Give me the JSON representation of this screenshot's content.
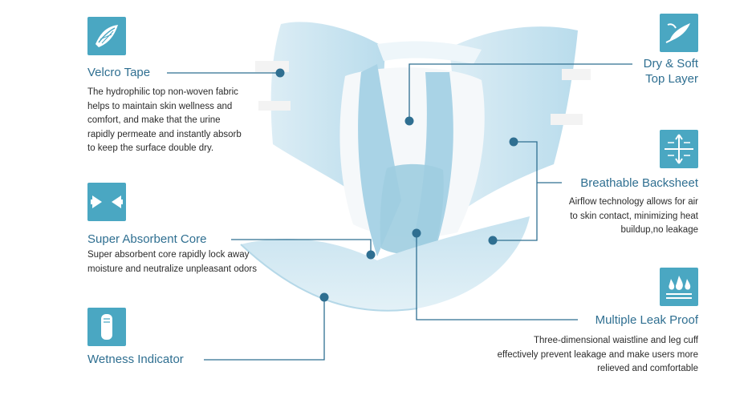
{
  "features": {
    "velcro": {
      "icon": "wavy-sheet-icon",
      "title": "Velcro Tape",
      "desc": "The hydrophilic top non-woven fabric\nhelps to maintain skin wellness and\ncomfort, and make that the urine\nrapidly permeate and instantly absorb\nto keep the surface double dry."
    },
    "absorbent": {
      "icon": "arrows-inward-icon",
      "title": "Super Absorbent Core",
      "desc": "Super absorbent core rapidly lock away\nmoisture and neutralize unpleasant odors"
    },
    "wetness": {
      "icon": "indicator-strip-icon",
      "title": "Wetness Indicator"
    },
    "dry": {
      "icon": "feather-icon",
      "title_line1": "Dry & Soft",
      "title_line2": "Top Layer"
    },
    "breathable": {
      "icon": "airflow-arrows-icon",
      "title": "Breathable Backsheet",
      "desc": "Airflow technology allows for air\nto skin contact, minimizing heat\nbuildup,no leakage"
    },
    "leak": {
      "icon": "water-drops-icon",
      "title": "Multiple Leak Proof",
      "desc": "Three-dimensional waistline and leg cuff\neffectively prevent leakage and make users more\nrelieved and comfortable"
    }
  },
  "colors": {
    "accent": "#4aa7c2",
    "title": "#2f6f91",
    "leader": "#2f6f91",
    "diaper_light": "#cfe8f3",
    "diaper_mid": "#a9d3e6"
  }
}
